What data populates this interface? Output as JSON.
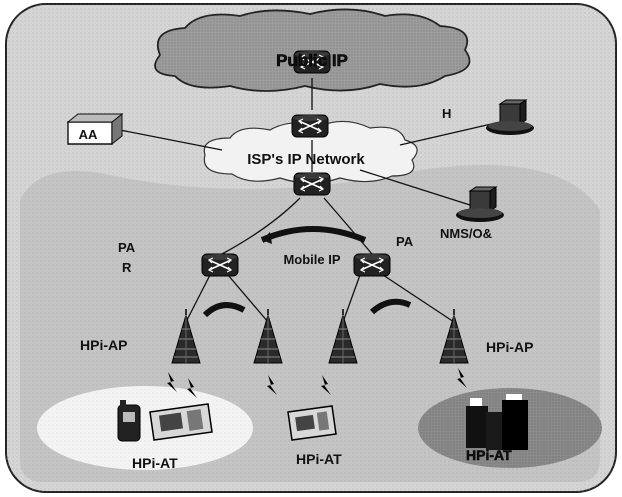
{
  "labels": {
    "public_ip": "Public IP",
    "isp_network": "ISP's IP Network",
    "aaa": "AA",
    "h": "H",
    "nms": "NMS/O&",
    "pa_left": "PA",
    "r_left": "R",
    "pa_right": "PA",
    "mobile_ip": "Mobile IP",
    "hpi_ap_left": "HPi-AP",
    "hpi_ap_right": "HPi-AP",
    "hpi_at_left": "HPi-AT",
    "hpi_at_center": "HPi-AT",
    "hpi_at_right": "HPi-AT"
  },
  "colors": {
    "panel": "#d6d6d6",
    "inner_zone": "#c4c4c4",
    "cloud": "#9c9c9c",
    "isp_cloud": "#f2f2f2",
    "router": "#222222",
    "ellipse_left": "#f4f4f4",
    "ellipse_right": "#8a8a8a"
  }
}
